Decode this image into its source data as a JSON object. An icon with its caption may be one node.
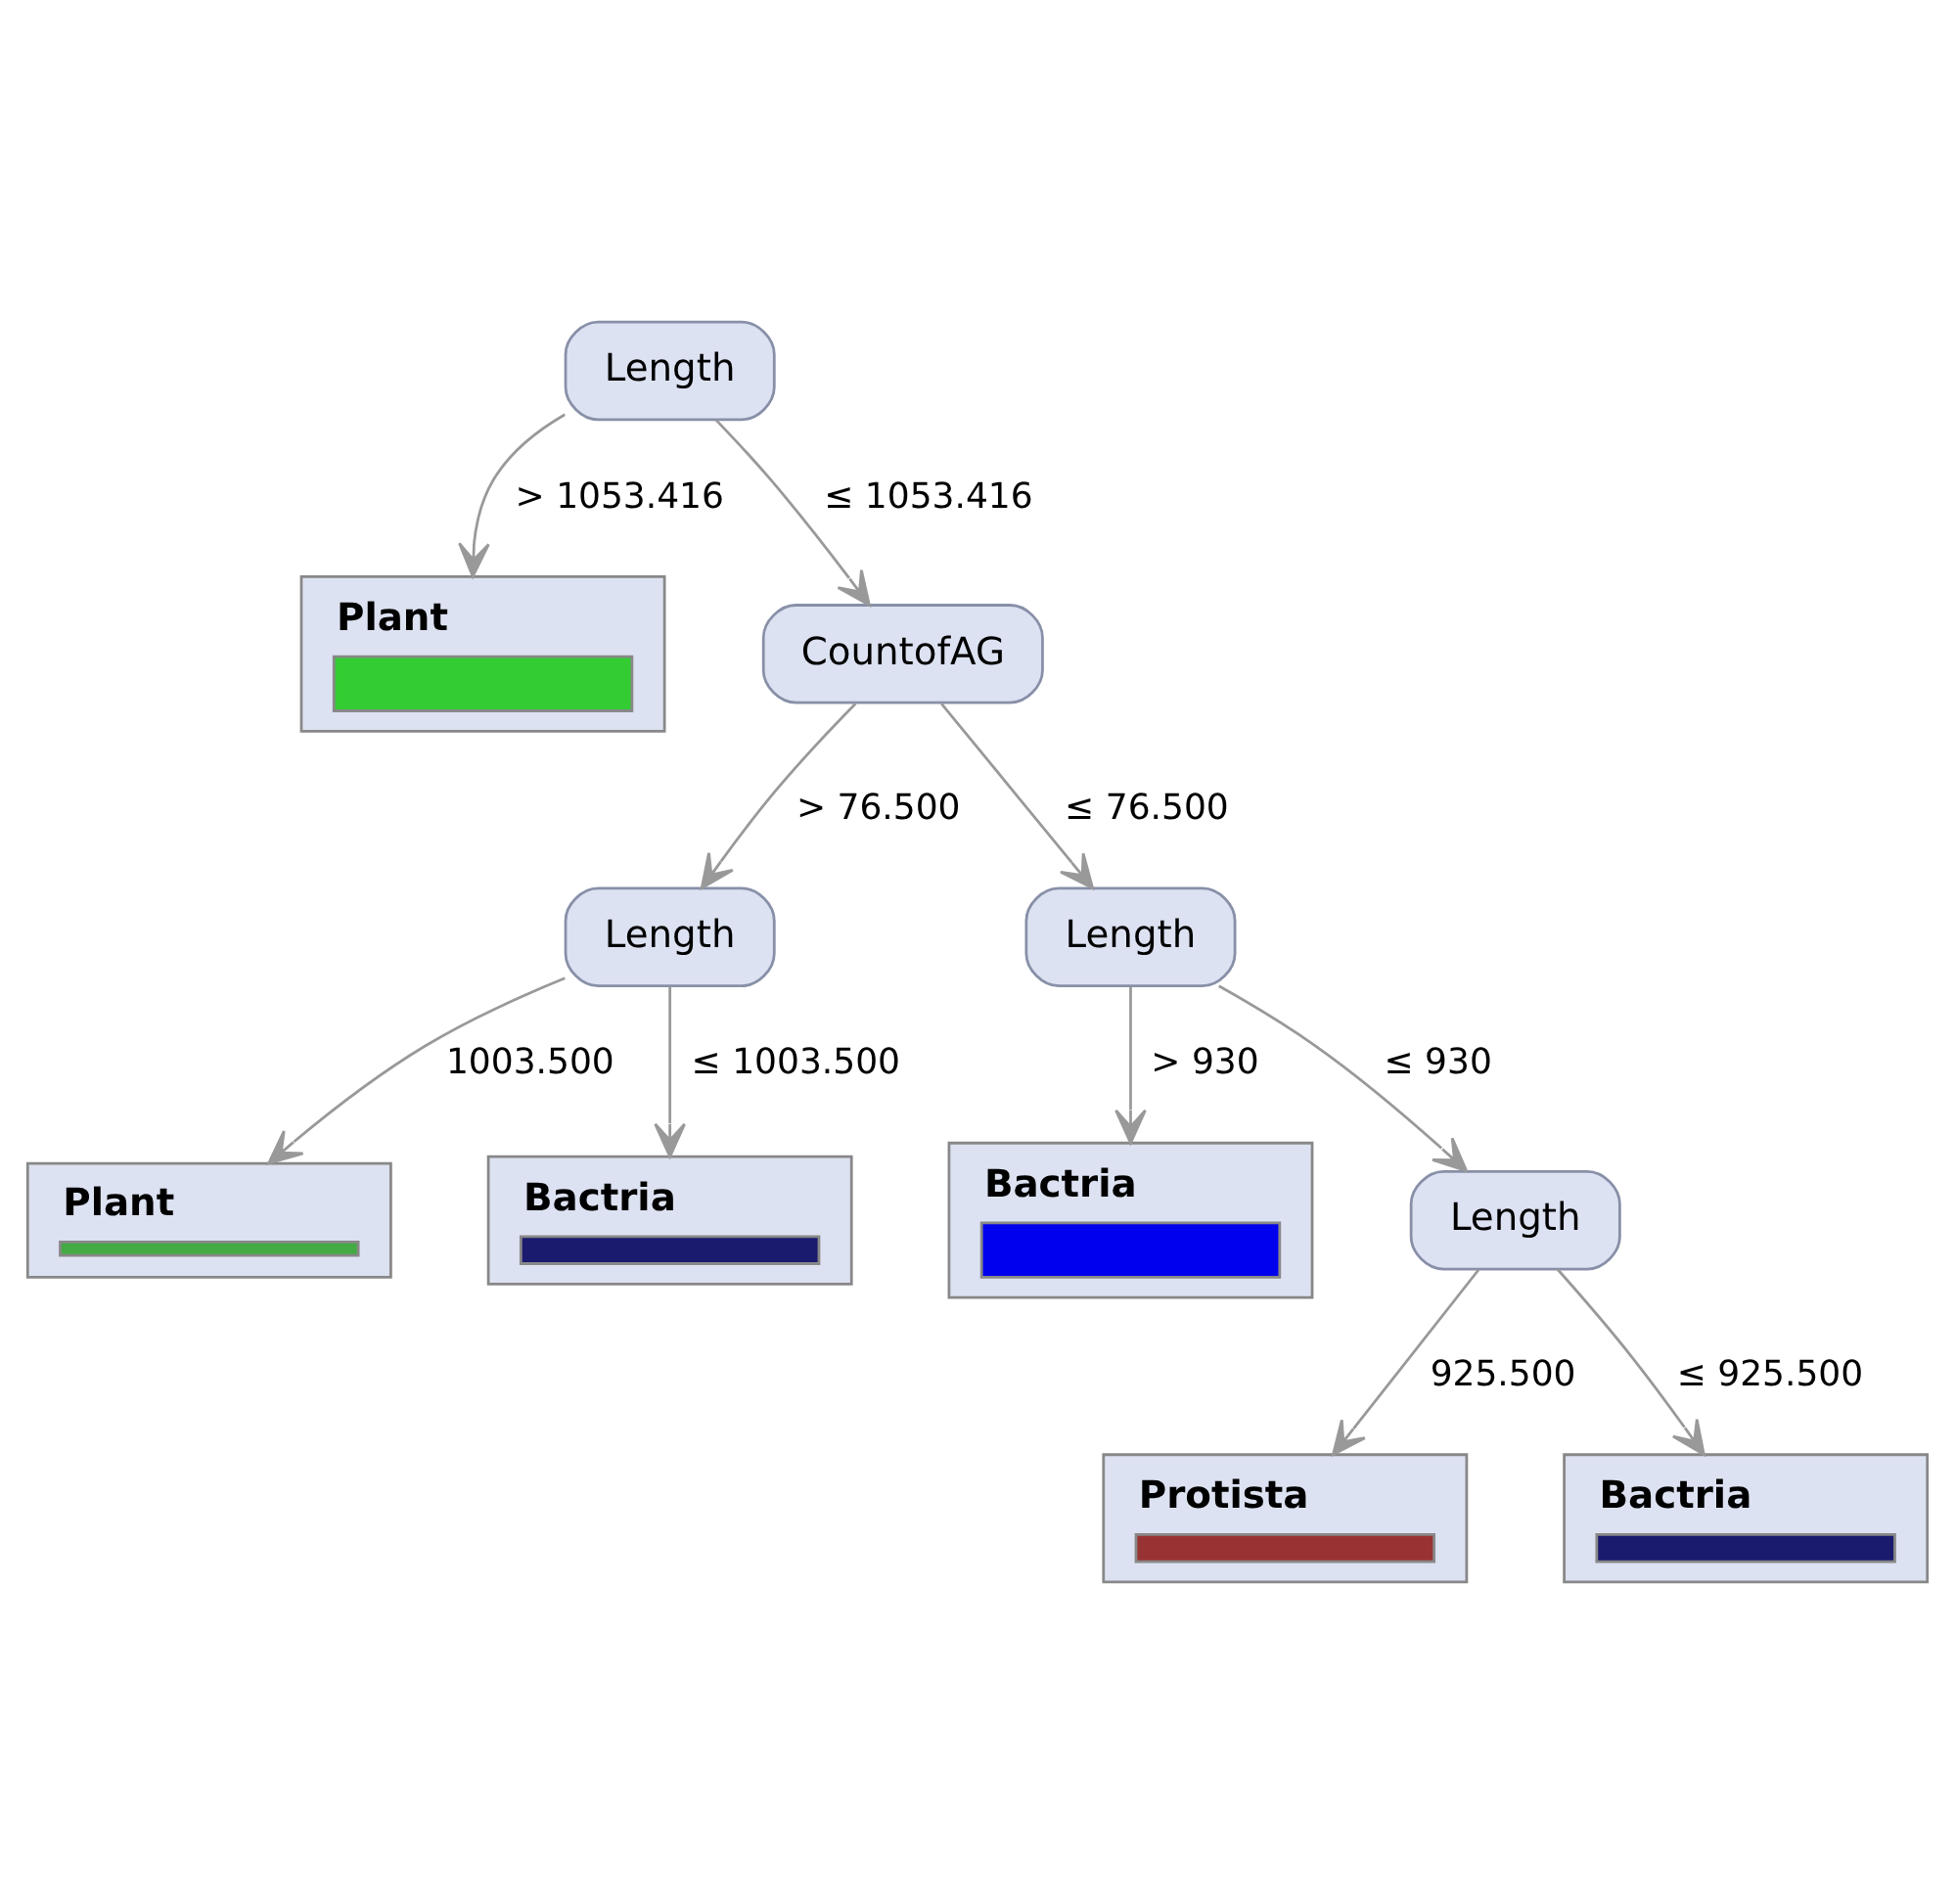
{
  "diagram": {
    "nodes": [
      {
        "text": [
          "Length"
        ]
      },
      {
        "text": [
          "Plant"
        ]
      },
      {
        "text": [
          "CountofAG"
        ]
      },
      {
        "text": [
          "Length"
        ]
      },
      {
        "text": [
          "Length"
        ]
      },
      {
        "text": [
          "Plant"
        ]
      },
      {
        "text": [
          "Bactria"
        ]
      },
      {
        "text": [
          "Bactria"
        ]
      },
      {
        "text": [
          "Length"
        ]
      },
      {
        "text": [
          "Protista"
        ]
      },
      {
        "text": [
          "Bactria"
        ]
      }
    ],
    "edges": [
      {
        "from": 0,
        "to": 1,
        "arrow": "to",
        "label": "> 1053.416"
      },
      {
        "from": 0,
        "to": 2,
        "arrow": "to",
        "label": "≤ 1053.416"
      },
      {
        "from": 2,
        "to": 3,
        "arrow": "to",
        "label": "> 76.500"
      },
      {
        "from": 2,
        "to": 4,
        "arrow": "to",
        "label": "≤ 76.500"
      },
      {
        "from": 3,
        "to": 5,
        "arrow": "to",
        "label": "1003.500"
      },
      {
        "from": 3,
        "to": 6,
        "arrow": "to",
        "label": "≤ 1003.500"
      },
      {
        "from": 4,
        "to": 7,
        "arrow": "to",
        "label": "> 930"
      },
      {
        "from": 4,
        "to": 8,
        "arrow": "to",
        "label": "≤ 930"
      },
      {
        "from": 8,
        "to": 9,
        "arrow": "to",
        "label": "925.500"
      },
      {
        "from": 8,
        "to": 10,
        "arrow": "to",
        "label": "≤ 925.500"
      }
    ]
  }
}
